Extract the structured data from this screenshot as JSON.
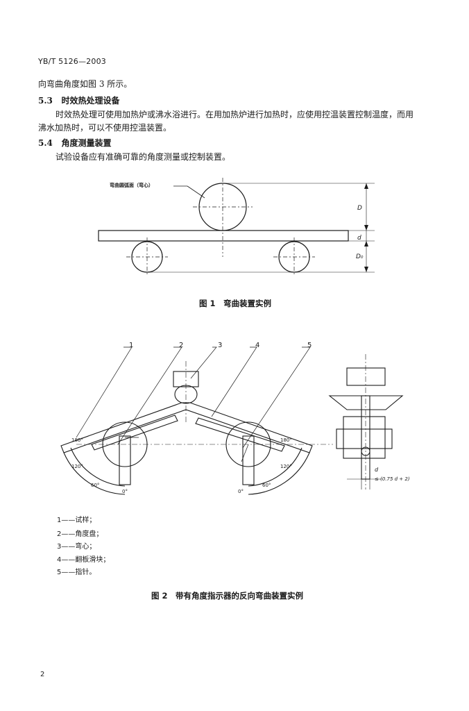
{
  "header": "YB/T 5126—2003",
  "intro_line": "向弯曲角度如图 3 所示。",
  "section_5_3": {
    "number": "5.3",
    "title": "时效热处理设备",
    "line1": "时效热处理可使用加热炉或沸水浴进行。在用加热炉进行加热时，应使用控温装置控制温度，而用",
    "line2": "沸水加热时，可以不使用控温装置。"
  },
  "section_5_4": {
    "number": "5.4",
    "title": "角度测量装置",
    "line1": "试验设备应有准确可靠的角度测量或控制装置。"
  },
  "figure1": {
    "label": "弯曲圆弧面（弯心）",
    "dim_D": "D",
    "dim_d": "d",
    "dim_D0": "D₀",
    "caption": "图 1　弯曲装置实例"
  },
  "figure2": {
    "callouts": [
      "1",
      "2",
      "3",
      "4",
      "5"
    ],
    "angles": {
      "left_180": "180°",
      "left_120": "120°",
      "left_60": "60°",
      "left_0": "0°",
      "right_180": "180°",
      "right_120": "120°",
      "right_60": "60°",
      "right_0": "0°"
    },
    "side_d": "d",
    "side_formula": "≤ (0.75 d + 2)",
    "legend": [
      "1——试样；",
      "2——角度盘；",
      "3——弯心；",
      "4——翻板滑块；",
      "5——指针。"
    ],
    "caption": "图 2　带有角度指示器的反向弯曲装置实例"
  },
  "page_number": "2"
}
